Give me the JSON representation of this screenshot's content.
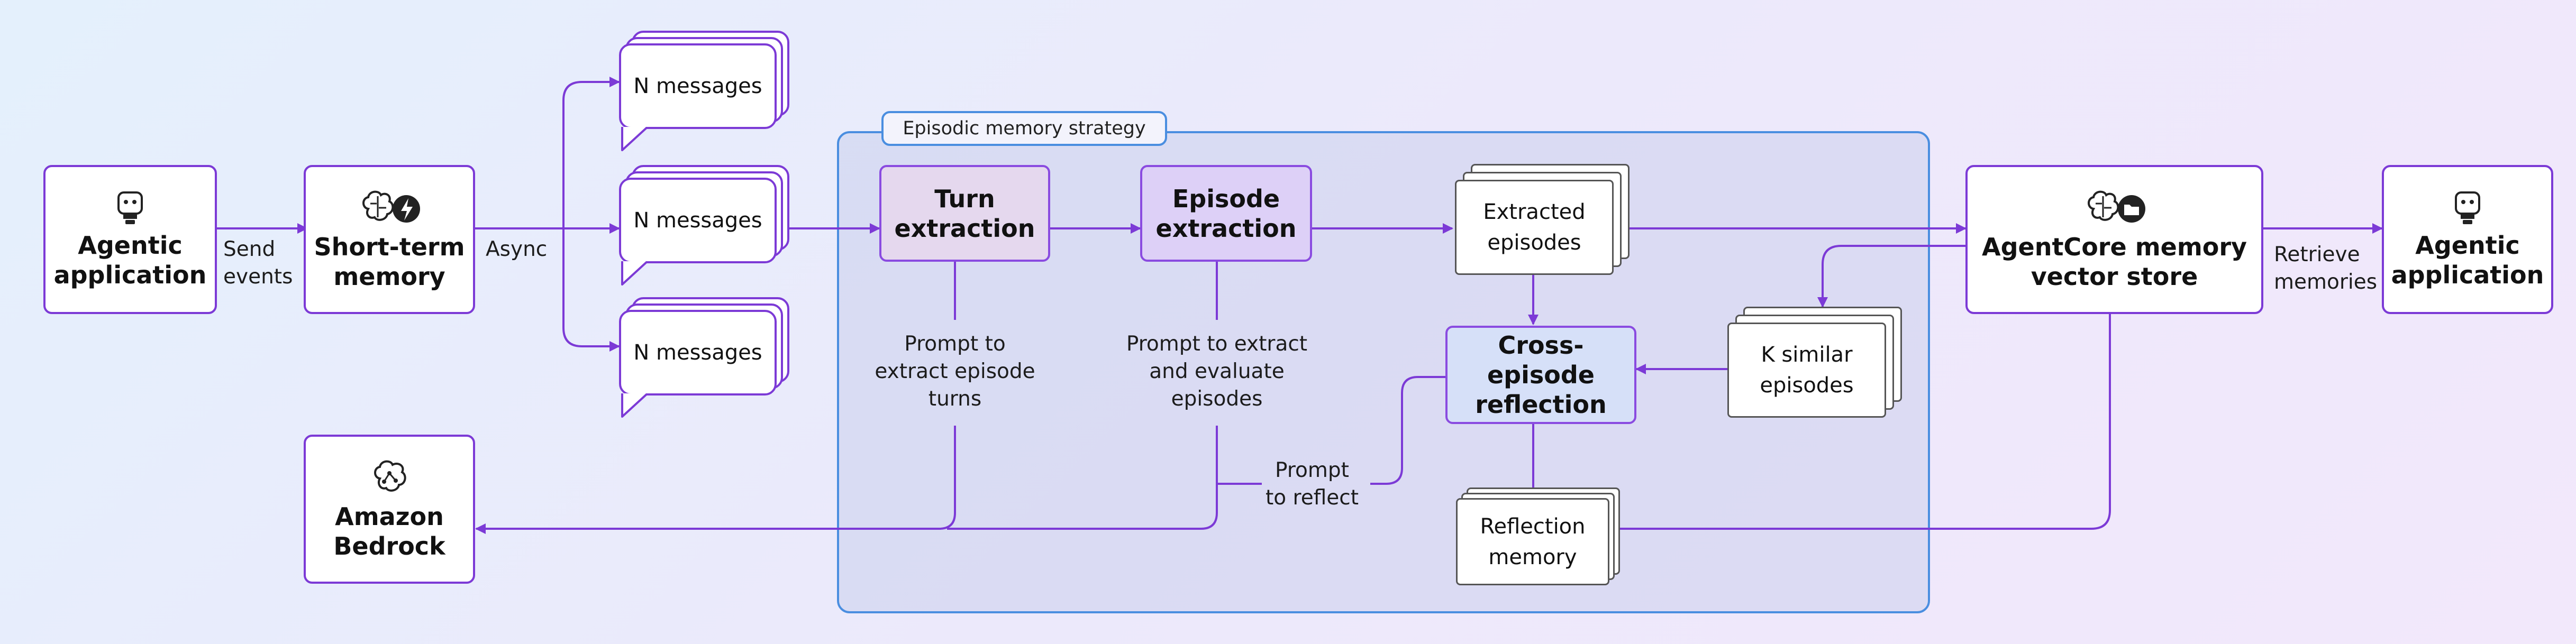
{
  "diagram": {
    "agentic_app_left": "Agentic\napplication",
    "short_term_memory": "Short-term\nmemory",
    "amazon_bedrock": "Amazon\nBedrock",
    "messages": [
      "N messages",
      "N messages",
      "N messages"
    ],
    "strategy_title": "Episodic memory strategy",
    "turn_extraction": "Turn\nextraction",
    "episode_extraction": "Episode\nextraction",
    "extracted_episodes": "Extracted\nepisodes",
    "cross_episode_reflection": "Cross-episode\nreflection",
    "k_similar_episodes": "K similar\nepisodes",
    "reflection_memory": "Reflection\nmemory",
    "vector_store": "AgentCore memory\nvector store",
    "agentic_app_right": "Agentic\napplication",
    "labels": {
      "send_events": "Send\nevents",
      "async": "Async",
      "prompt_turns": "Prompt to\nextract episode\nturns",
      "prompt_episodes": "Prompt to extract\nand evaluate\nepisodes",
      "prompt_reflect": "Prompt\nto reflect",
      "retrieve_memories": "Retrieve\nmemories"
    },
    "colors": {
      "flow": "#7c3ad6",
      "strategy_border": "#4a8ee0",
      "turn_fill": "#e5d8ee",
      "episode_fill": "#ddd0f7",
      "reflection_fill": "#d6e0f8"
    },
    "icons": [
      "robot-icon",
      "brain-lightning-icon",
      "brain-circuit-icon",
      "brain-folder-icon"
    ]
  }
}
